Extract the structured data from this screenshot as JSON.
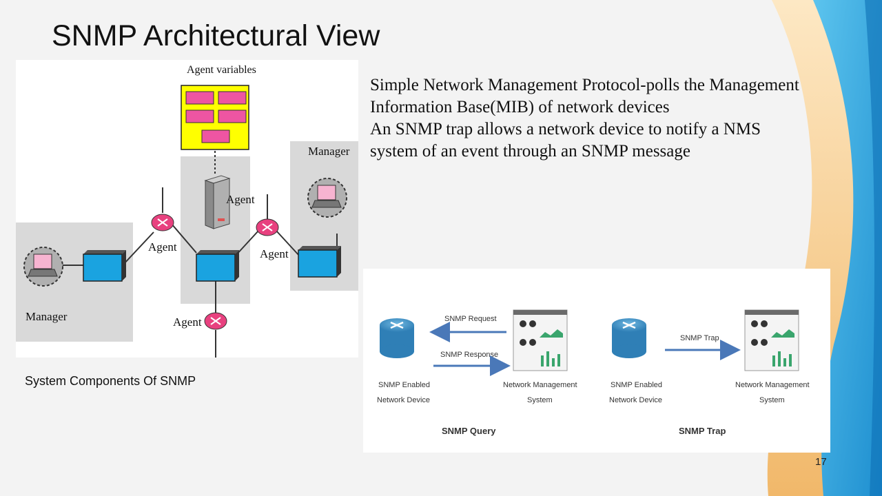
{
  "slide": {
    "title": "SNMP Architectural View",
    "page_number": "17",
    "caption": "System Components Of SNMP",
    "paragraphs": [
      "Simple Network Management Protocol-polls the Management Information Base(MIB) of network devices",
      "An SNMP trap allows a network device to notify a NMS system of an event through  an SNMP message"
    ]
  },
  "diagram_components": {
    "agent_variables": "Agent variables",
    "manager_left": "Manager",
    "manager_right": "Manager",
    "agent_left": "Agent",
    "agent_server": "Agent",
    "agent_right": "Agent",
    "agent_bottom": "Agent"
  },
  "diagram_flow": {
    "request": "SNMP Request",
    "response": "SNMP Response",
    "trap": "SNMP Trap",
    "device_line1": "SNMP Enabled",
    "device_line2": "Network Device",
    "nms_line1": "Network Management",
    "nms_line2": "System",
    "query_title": "SNMP Query",
    "trap_title": "SNMP Trap"
  },
  "colors": {
    "router": "#e8417f",
    "switch": "#1aa3e0",
    "mib_box": "#ffff00",
    "mib_cell": "#ee55a2",
    "arrow": "#4a78b8",
    "swoosh_blue": "#1e9bd7",
    "swoosh_orange": "#f3c27a"
  }
}
